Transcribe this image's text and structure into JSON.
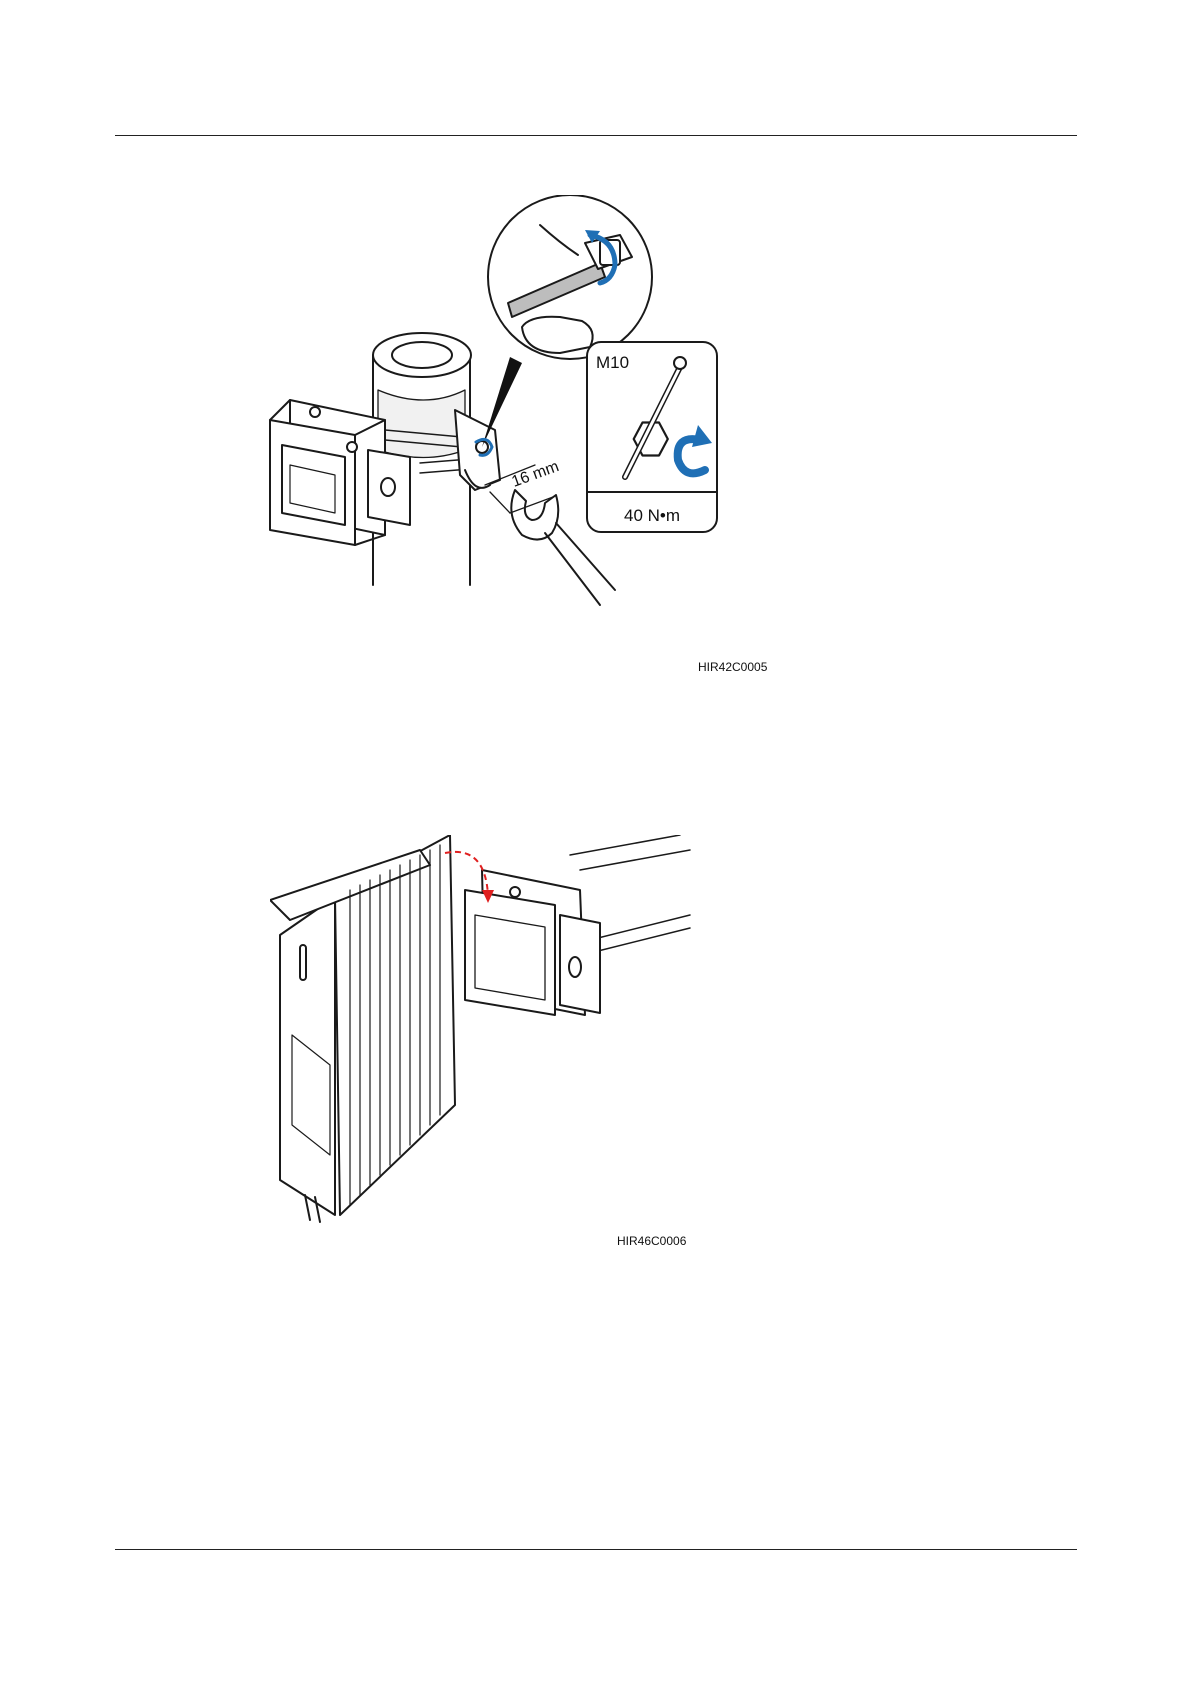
{
  "figure1": {
    "bolt_size": "M10",
    "wrench_size": "16 mm",
    "torque": "40 N•m",
    "figure_code": "HIR42C0005"
  },
  "figure2": {
    "figure_code": "HIR46C0006"
  },
  "colors": {
    "rotation_arrow": "#1f6fb5",
    "guide_arrow": "#e02020",
    "line": "#1a1a1a"
  }
}
